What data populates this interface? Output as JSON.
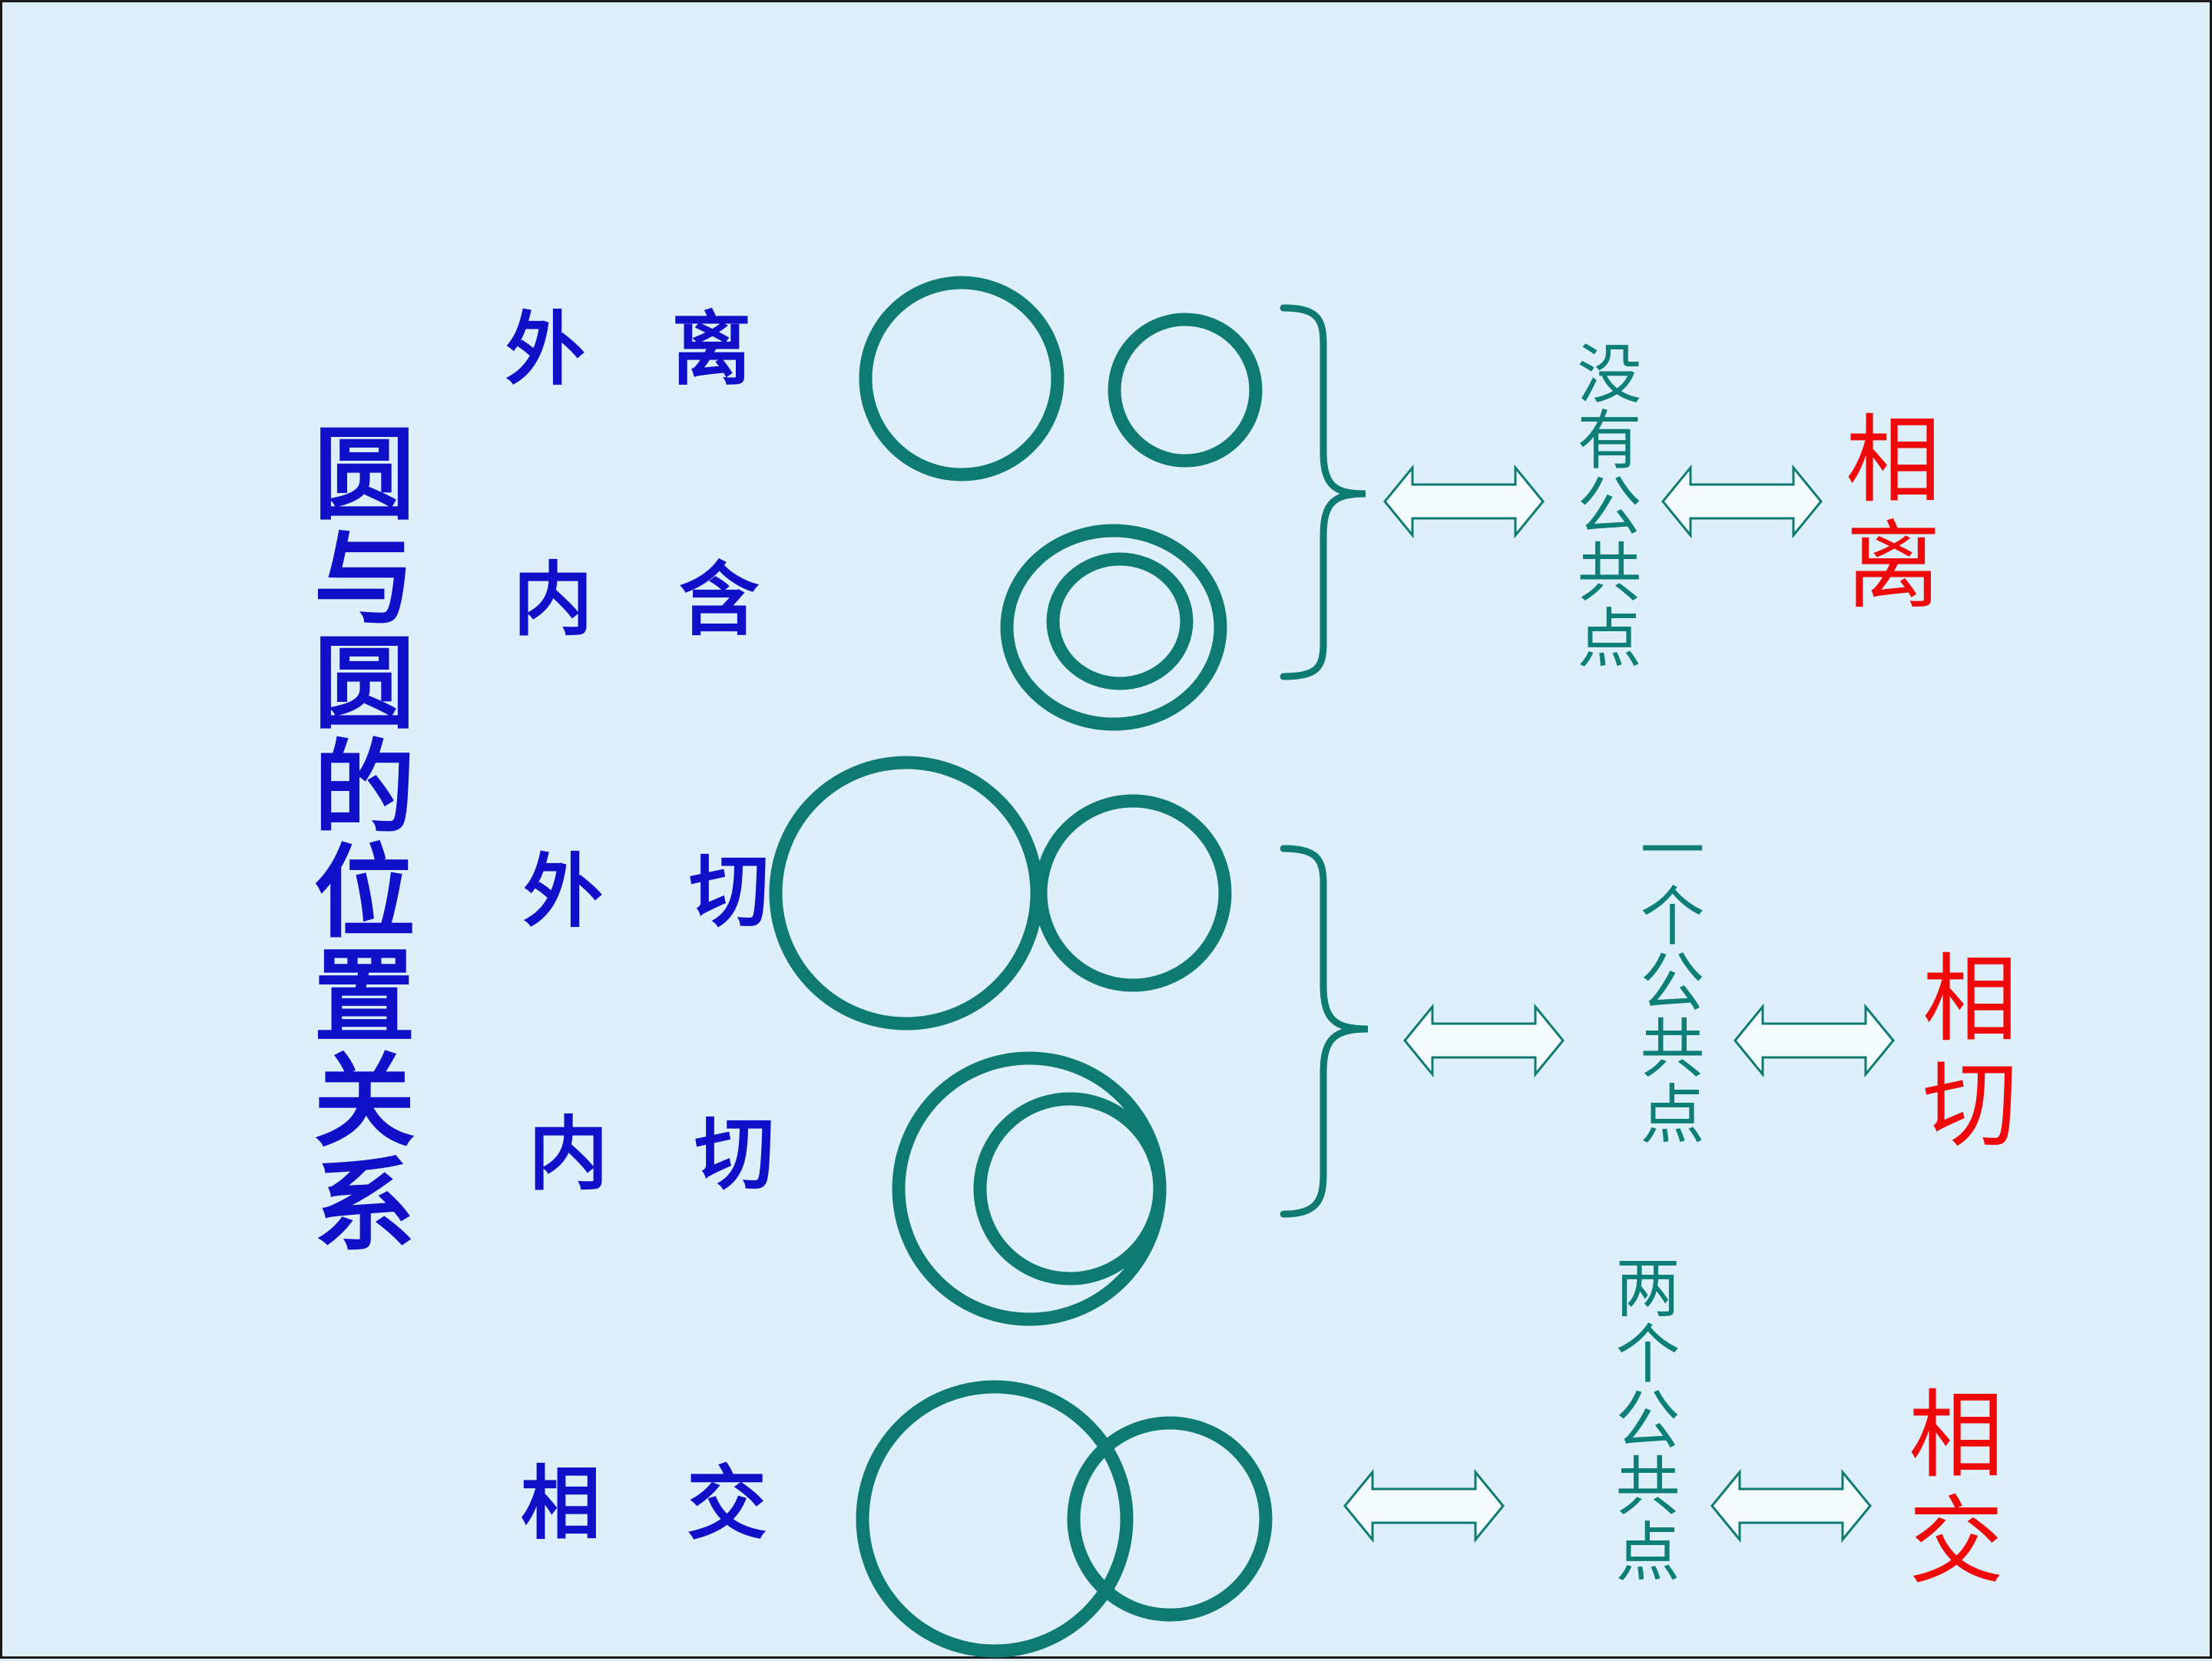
{
  "title": "圆与圆的位置关系",
  "relations": {
    "external_separate": "外 离",
    "internal_contain": "内 含",
    "external_tangent": "外 切",
    "internal_tangent": "内 切",
    "intersect": "相 交"
  },
  "common_points": {
    "none": "没有公共点",
    "one": "一个公共点",
    "two": "两个公共点"
  },
  "results": {
    "separate": "相离",
    "tangent": "相切",
    "intersect": "相交"
  },
  "colors": {
    "background": "#DDF0FA",
    "circle_stroke": "#0E7A72",
    "title": "#1010C8",
    "result": "#EE0A0A"
  }
}
